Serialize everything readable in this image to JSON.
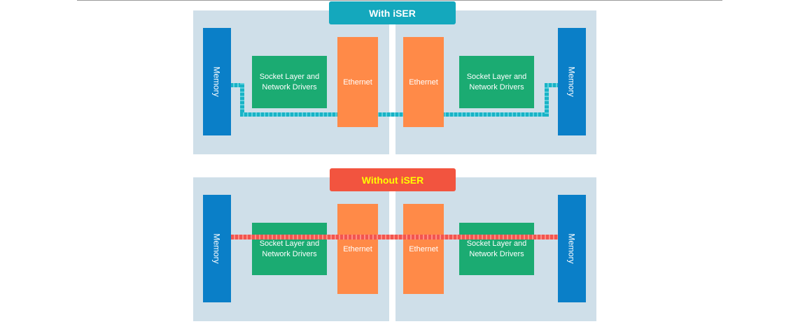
{
  "diagrams": [
    {
      "label": "With iSER",
      "label_bg": "#14a8bd",
      "label_color": "#ffffff",
      "path_color": "#19b3c6",
      "left": {
        "memory": "Memory",
        "socket": "Socket Layer and Network Drivers",
        "ethernet": "Ethernet"
      },
      "right": {
        "memory": "Memory",
        "socket": "Socket Layer and Network Drivers",
        "ethernet": "Ethernet"
      }
    },
    {
      "label": "Without iSER",
      "label_bg": "#f2543f",
      "label_color": "#ffff00",
      "path_color": "#f25550",
      "left": {
        "memory": "Memory",
        "socket": "Socket Layer and Network Drivers",
        "ethernet": "Ethernet"
      },
      "right": {
        "memory": "Memory",
        "socket": "Socket Layer and Network Drivers",
        "ethernet": "Ethernet"
      }
    }
  ]
}
